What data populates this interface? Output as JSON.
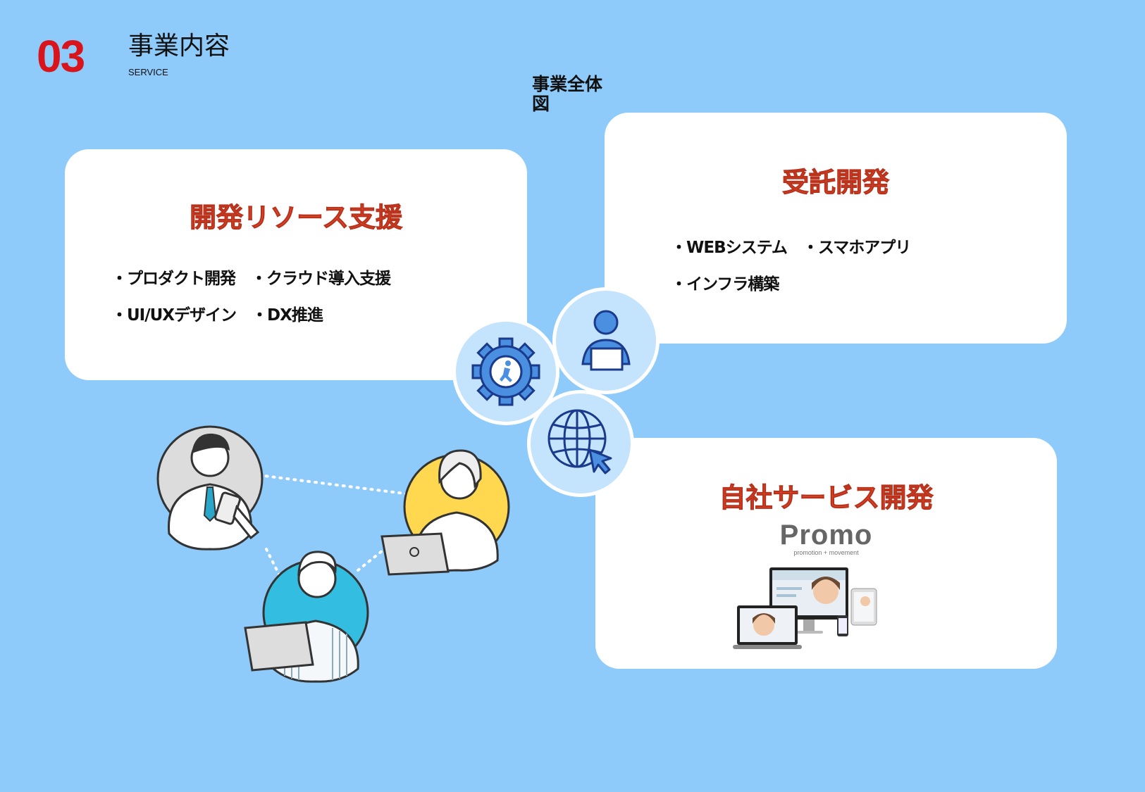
{
  "header": {
    "number": "03",
    "title": "事業内容",
    "subtitle": "SERVICE"
  },
  "overview_title": "事業全体図",
  "cards": {
    "resource": {
      "title": "開発リソース支援",
      "lines": [
        "・プロダクト開発　・クラウド導入支援",
        "・UI/UXデザイン　・DX推進"
      ]
    },
    "contract": {
      "title": "受託開発",
      "lines": [
        "・WEBシステム　・スマホアプリ",
        "・インフラ構築"
      ]
    },
    "own_service": {
      "title": "自社サービス開発",
      "logo": "Promo",
      "logo_tagline": "promotion + movement"
    }
  },
  "icons": {
    "gear": "gear-runner-icon",
    "person": "person-laptop-icon",
    "globe": "globe-cursor-icon"
  },
  "colors": {
    "background": "#8ecbfb",
    "accent_red": "#d8141c",
    "card_title": "#e04a2c",
    "icon_navy": "#1a3a8c"
  }
}
